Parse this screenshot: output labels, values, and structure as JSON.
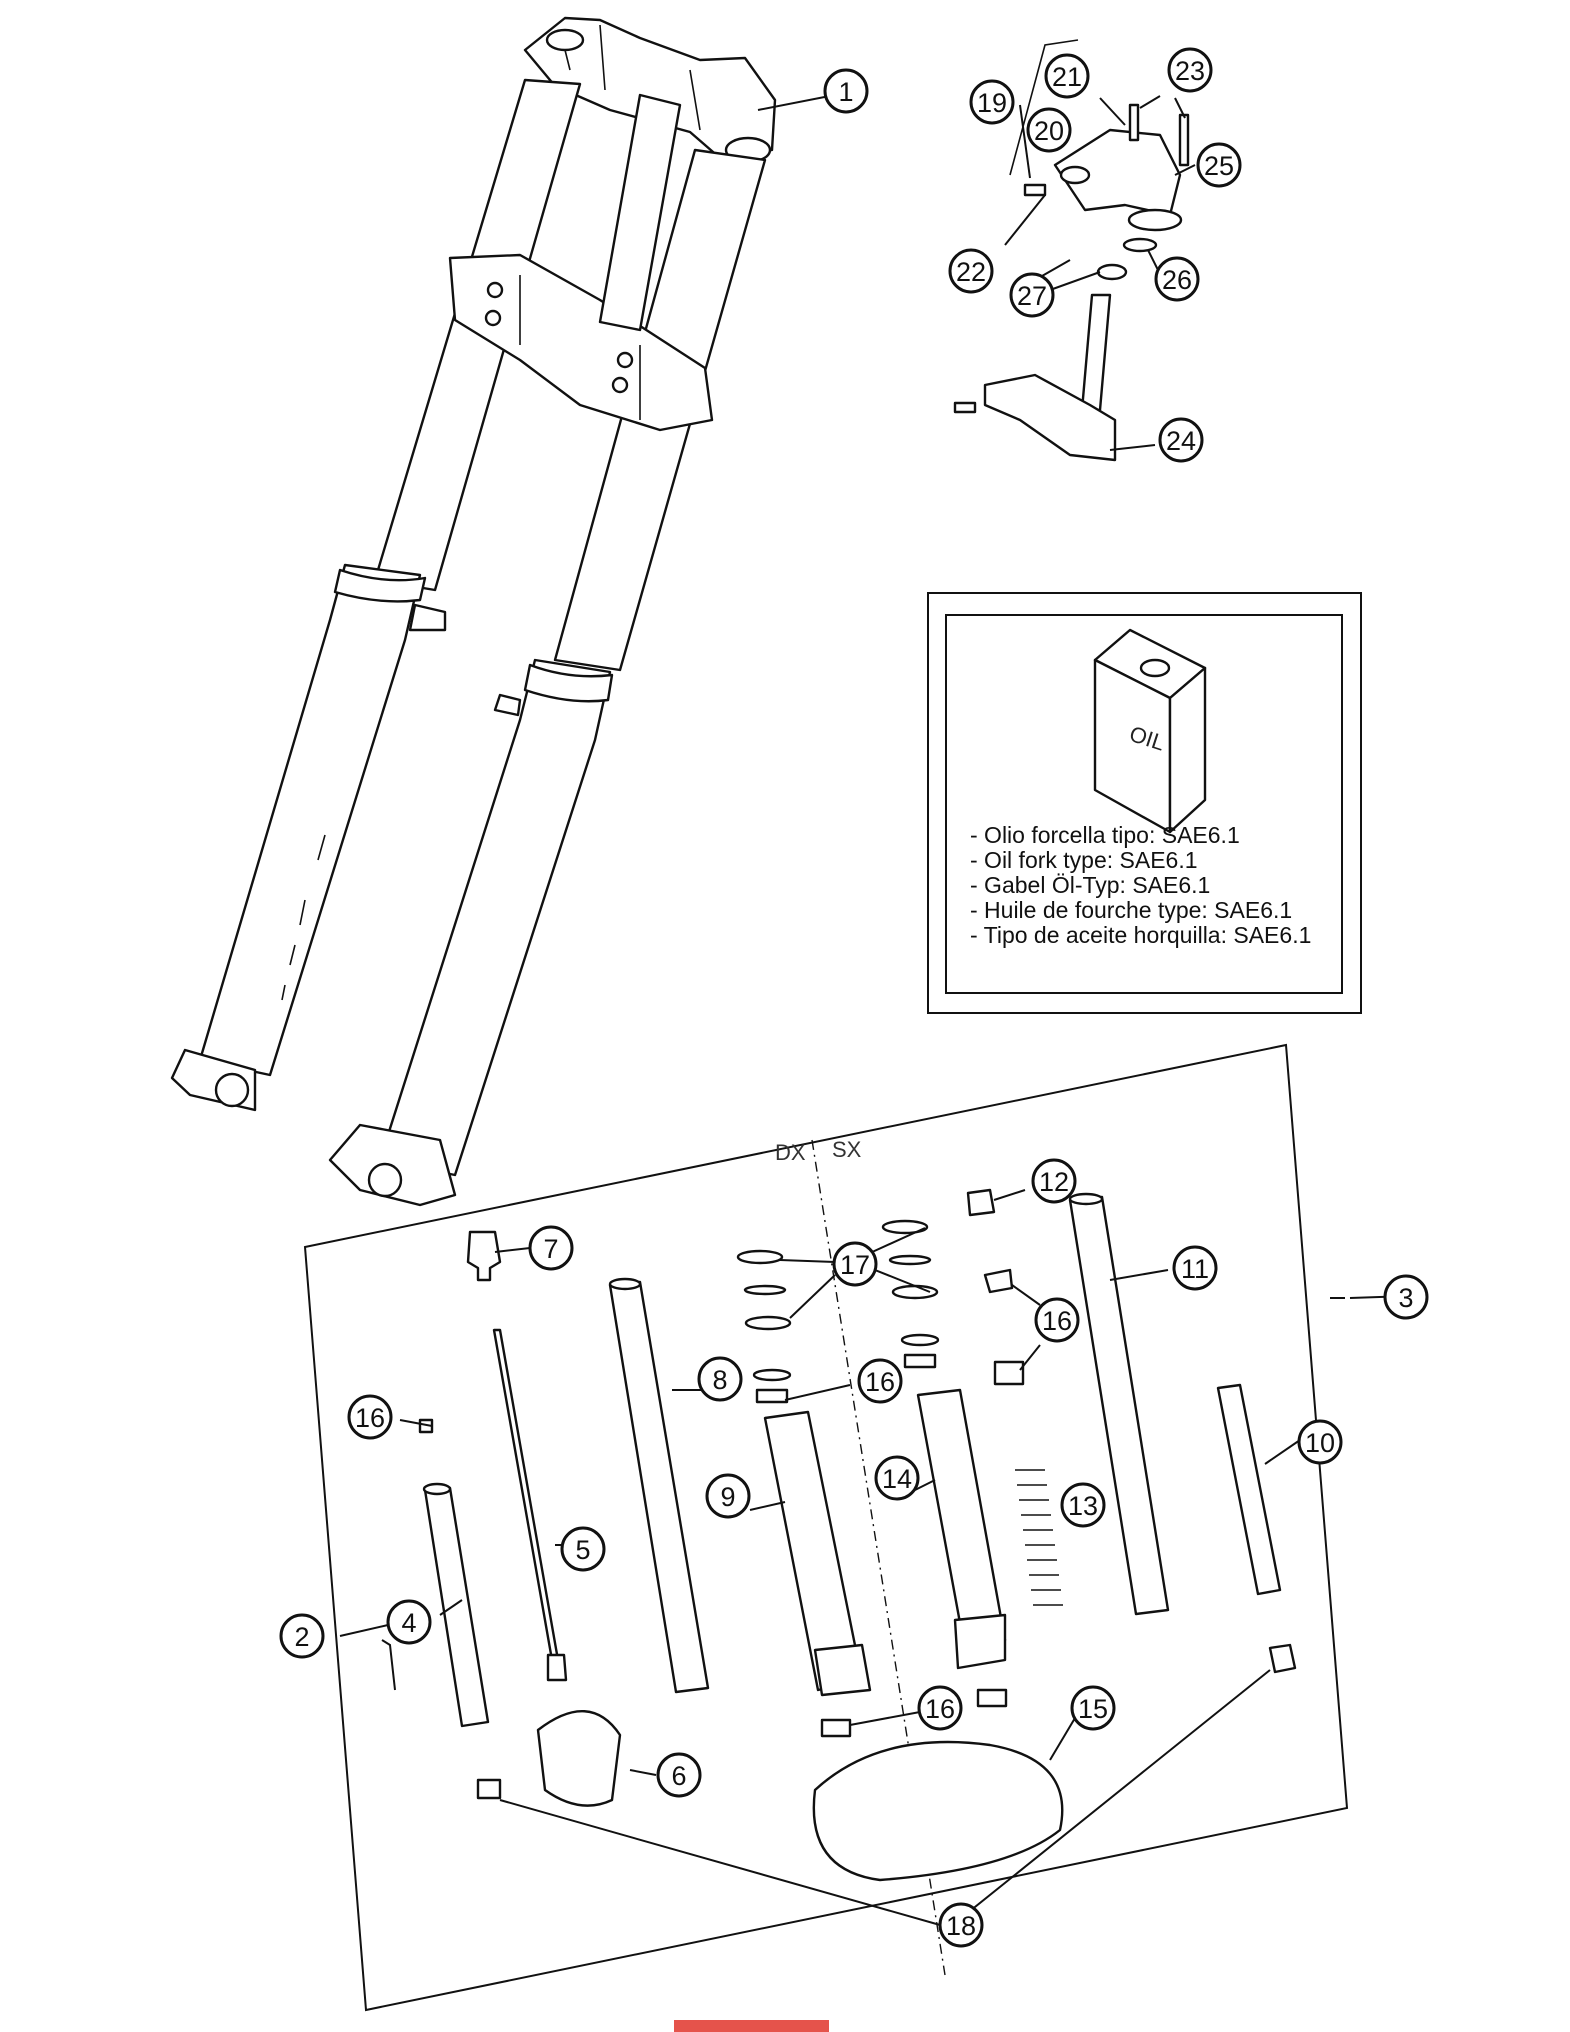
{
  "oil_note": {
    "can_label": "OIL",
    "lines": [
      "- Olio forcella tipo: SAE6.1",
      "- Oil fork type: SAE6.1",
      "- Gabel Öl-Typ: SAE6.1",
      "- Huile de fourche type: SAE6.1",
      "- Tipo de aceite horquilla: SAE6.1"
    ]
  },
  "side_labels": {
    "right": "DX",
    "left": "SX"
  },
  "callouts": {
    "c1": "1",
    "c2": "2",
    "c3": "3",
    "c4": "4",
    "c5": "5",
    "c6": "6",
    "c7": "7",
    "c8": "8",
    "c9": "9",
    "c10": "10",
    "c11": "11",
    "c12": "12",
    "c13": "13",
    "c14": "14",
    "c15": "15",
    "c16a": "16",
    "c16b": "16",
    "c16c": "16",
    "c16d": "16",
    "c17": "17",
    "c18": "18",
    "c19": "19",
    "c20": "20",
    "c21": "21",
    "c22": "22",
    "c23": "23",
    "c24": "24",
    "c25": "25",
    "c26": "26",
    "c27": "27"
  },
  "colors": {
    "line": "#111111",
    "background": "#ffffff",
    "accent_tab": "#e5534b"
  }
}
